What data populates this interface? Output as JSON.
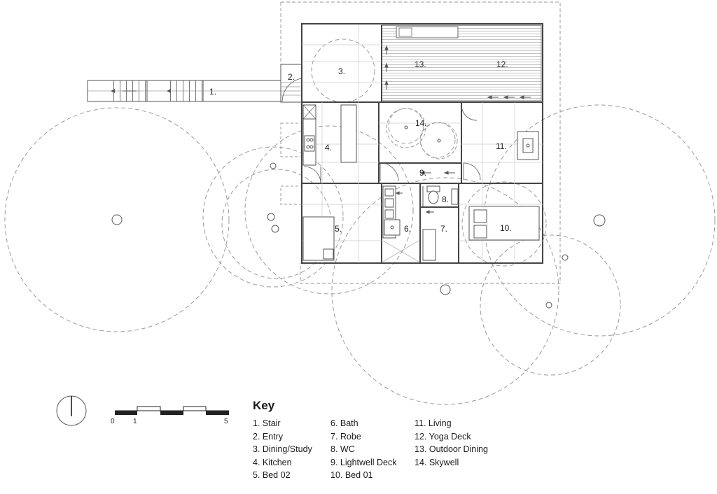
{
  "rooms": [
    {
      "num": "1.",
      "name": "Stair"
    },
    {
      "num": "2.",
      "name": "Entry"
    },
    {
      "num": "3.",
      "name": "Dining/Study"
    },
    {
      "num": "4.",
      "name": "Kitchen"
    },
    {
      "num": "5.",
      "name": "Bed 02"
    },
    {
      "num": "6.",
      "name": "Bath"
    },
    {
      "num": "7.",
      "name": "Robe"
    },
    {
      "num": "8.",
      "name": "WC"
    },
    {
      "num": "9.",
      "name": "Lightwell Deck"
    },
    {
      "num": "10.",
      "name": "Bed 01"
    },
    {
      "num": "11.",
      "name": "Living"
    },
    {
      "num": "12.",
      "name": "Yoga Deck"
    },
    {
      "num": "13.",
      "name": "Outdoor Dining"
    },
    {
      "num": "14.",
      "name": "Skywell"
    }
  ],
  "key": {
    "title": "Key",
    "col1": [
      "1. Stair",
      "2. Entry",
      "3. Dining/Study",
      "4. Kitchen",
      "5. Bed 02"
    ],
    "col2": [
      "6. Bath",
      "7. Robe",
      "8. WC",
      "9. Lightwell Deck",
      "10. Bed 01"
    ],
    "col3": [
      "11. Living",
      "12. Yoga Deck",
      "13. Outdoor Dining",
      "14. Skywell"
    ]
  },
  "scale_bar": {
    "start": "0",
    "mid": "1",
    "end": "5"
  },
  "colors": {
    "line": "#555555",
    "dashed": "#9a9a9a",
    "deck_lines": "#b0b0b0",
    "grid": "#cccccc"
  }
}
